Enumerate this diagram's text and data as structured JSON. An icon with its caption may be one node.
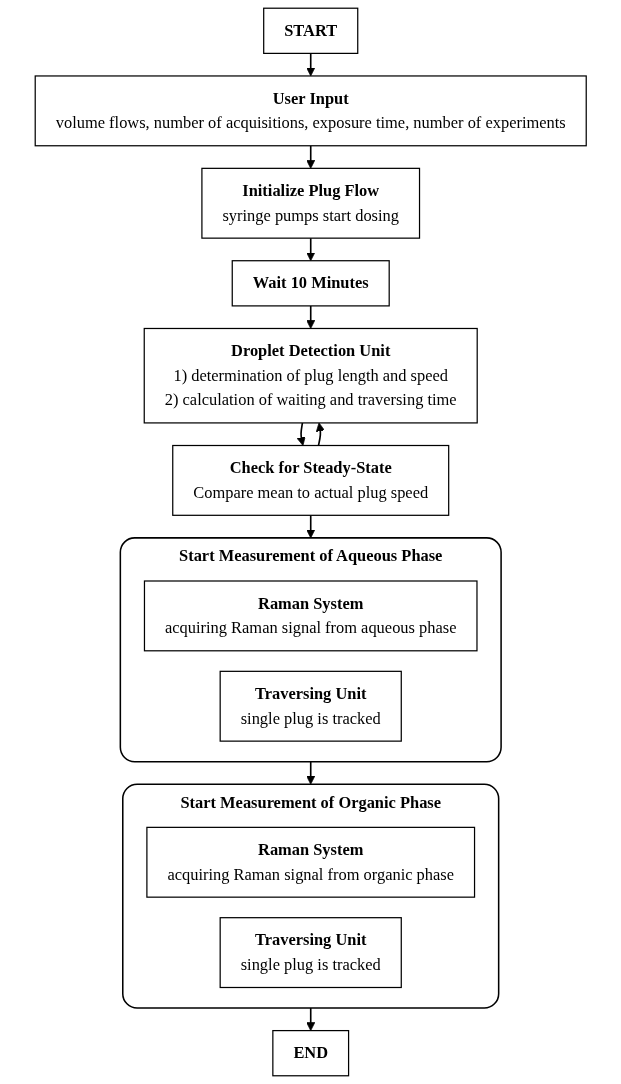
{
  "diagram": {
    "nodes": [
      {
        "text": [
          "START"
        ]
      },
      {
        "text": [
          "User Input",
          "volume flows, number of acquisitions, exposure time, number of experiments"
        ]
      },
      {
        "text": [
          "Initialize Plug Flow",
          "syringe pumps start dosing"
        ]
      },
      {
        "text": [
          "Wait 10 Minutes"
        ]
      },
      {
        "text": [
          "Droplet Detection Unit",
          "1) determination of plug length and speed",
          "2) calculation of waiting and traversing time"
        ]
      },
      {
        "text": [
          "Check for Steady-State",
          "Compare mean to actual plug speed"
        ]
      },
      {
        "text": [
          "Start Measurement of Aqueous Phase"
        ]
      },
      {
        "text": [
          "Raman System",
          "acquiring Raman signal from aqueous phase"
        ],
        "in": 6
      },
      {
        "text": [
          "Traversing Unit",
          "single plug is tracked"
        ],
        "in": 6
      },
      {
        "text": [
          "Start Measurement of Organic Phase"
        ]
      },
      {
        "text": [
          "Raman System",
          "acquiring Raman signal from organic phase"
        ],
        "in": 9
      },
      {
        "text": [
          "Traversing Unit",
          "single plug is tracked"
        ],
        "in": 9
      },
      {
        "text": [
          "END"
        ]
      }
    ],
    "edges": [
      {
        "from": 0,
        "to": 1,
        "arrow": "to"
      },
      {
        "from": 1,
        "to": 2,
        "arrow": "to"
      },
      {
        "from": 2,
        "to": 3,
        "arrow": "to"
      },
      {
        "from": 3,
        "to": 4,
        "arrow": "to"
      },
      {
        "from": 4,
        "to": 5,
        "arrow": "to"
      },
      {
        "from": 5,
        "to": 4,
        "arrow": "to"
      },
      {
        "from": 5,
        "to": 6,
        "arrow": "to"
      },
      {
        "from": 6,
        "to": 9,
        "arrow": "to"
      },
      {
        "from": 9,
        "to": 12,
        "arrow": "to"
      }
    ]
  }
}
